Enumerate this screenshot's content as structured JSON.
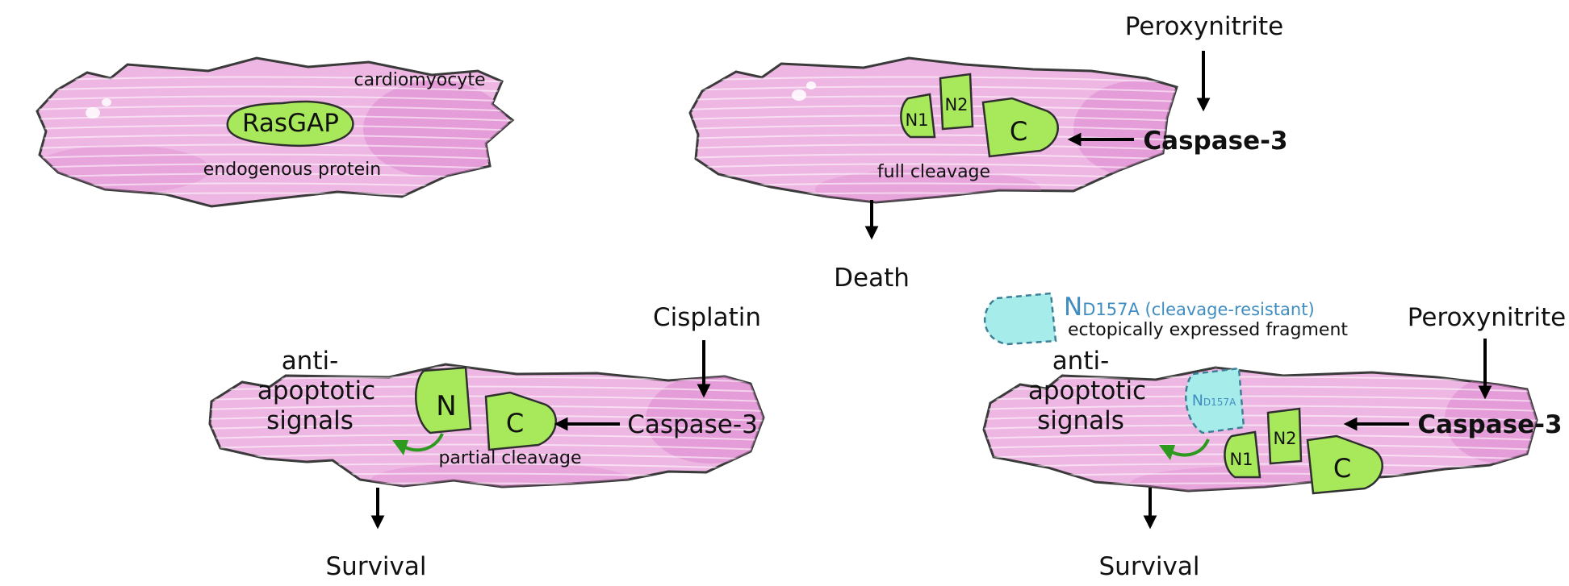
{
  "colors": {
    "cell_fill": "#eeb6e3",
    "cell_shade": "#dd88cf",
    "fragment_fill": "#a7e95a",
    "ectopic_fill": "#a6eceb",
    "ectopic_text": "#3f8dc1",
    "arrow": "#000000",
    "signal_arrow": "#2d9a1f"
  },
  "icons": [
    "cell-icon",
    "fragment-icon",
    "arrow-icon",
    "curved-signal-arrow-icon"
  ],
  "panel1": {
    "cell_label": "cardiomyocyte",
    "protein": "RasGAP",
    "protein_caption": "endogenous protein"
  },
  "panel2": {
    "stimulus": "Peroxynitrite",
    "enzyme": "Caspase-3",
    "fragments": [
      "N1",
      "N2",
      "C"
    ],
    "cleavage": "full cleavage",
    "outcome": "Death"
  },
  "panel3": {
    "stimulus": "Cisplatin",
    "enzyme": "Caspase-3",
    "fragments": [
      "N",
      "C"
    ],
    "cleavage": "partial cleavage",
    "signals": [
      "anti-",
      "apoptotic",
      "signals"
    ],
    "outcome": "Survival"
  },
  "panel4": {
    "legend_main": "N",
    "legend_sub": "D157A (cleavage-resistant)",
    "legend_caption": "ectopically expressed fragment",
    "ectopic_fragment_main": "N",
    "ectopic_fragment_sub": "D157A",
    "stimulus": "Peroxynitrite",
    "enzyme": "Caspase-3",
    "fragments": [
      "N1",
      "N2",
      "C"
    ],
    "signals": [
      "anti-",
      "apoptotic",
      "signals"
    ],
    "outcome": "Survival"
  }
}
